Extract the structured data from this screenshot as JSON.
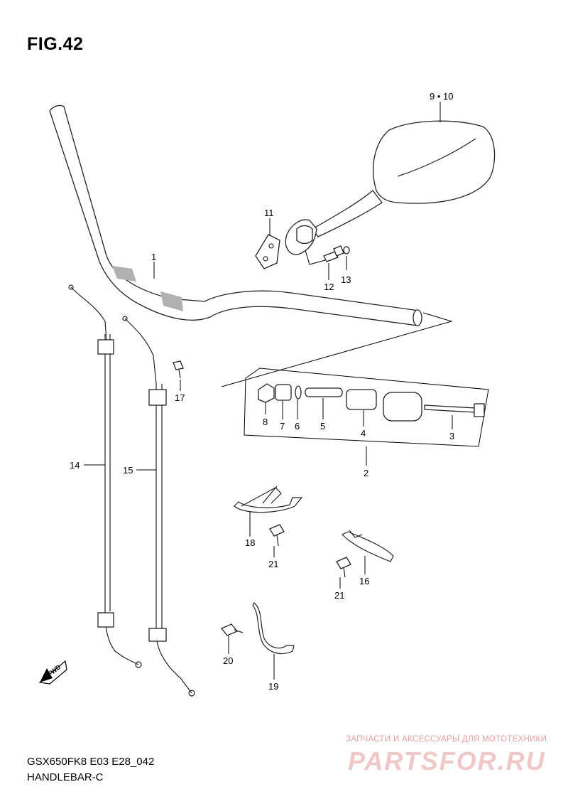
{
  "figure": {
    "title": "FIG.42"
  },
  "footer": {
    "model_code": "GSX650FK8 E03 E28_042",
    "page_name": "HANDLEBAR-C"
  },
  "watermark": {
    "line1": "ЗАПЧАСТИ И АКСЕССУАРЫ ДЛЯ МОТОТЕХНИКИ",
    "line2": "PARTSFOR.RU",
    "color": "#f0c8c8"
  },
  "fwd_badge": {
    "label": "FWD"
  },
  "callouts": {
    "c1": "1",
    "c2": "2",
    "c3": "3",
    "c4": "4",
    "c5": "5",
    "c6": "6",
    "c7": "7",
    "c8": "8",
    "c9_10": "9 • 10",
    "c11": "11",
    "c12": "12",
    "c13": "13",
    "c14": "14",
    "c15": "15",
    "c16": "16",
    "c17": "17",
    "c18": "18",
    "c19": "19",
    "c20": "20",
    "c21a": "21",
    "c21b": "21"
  }
}
